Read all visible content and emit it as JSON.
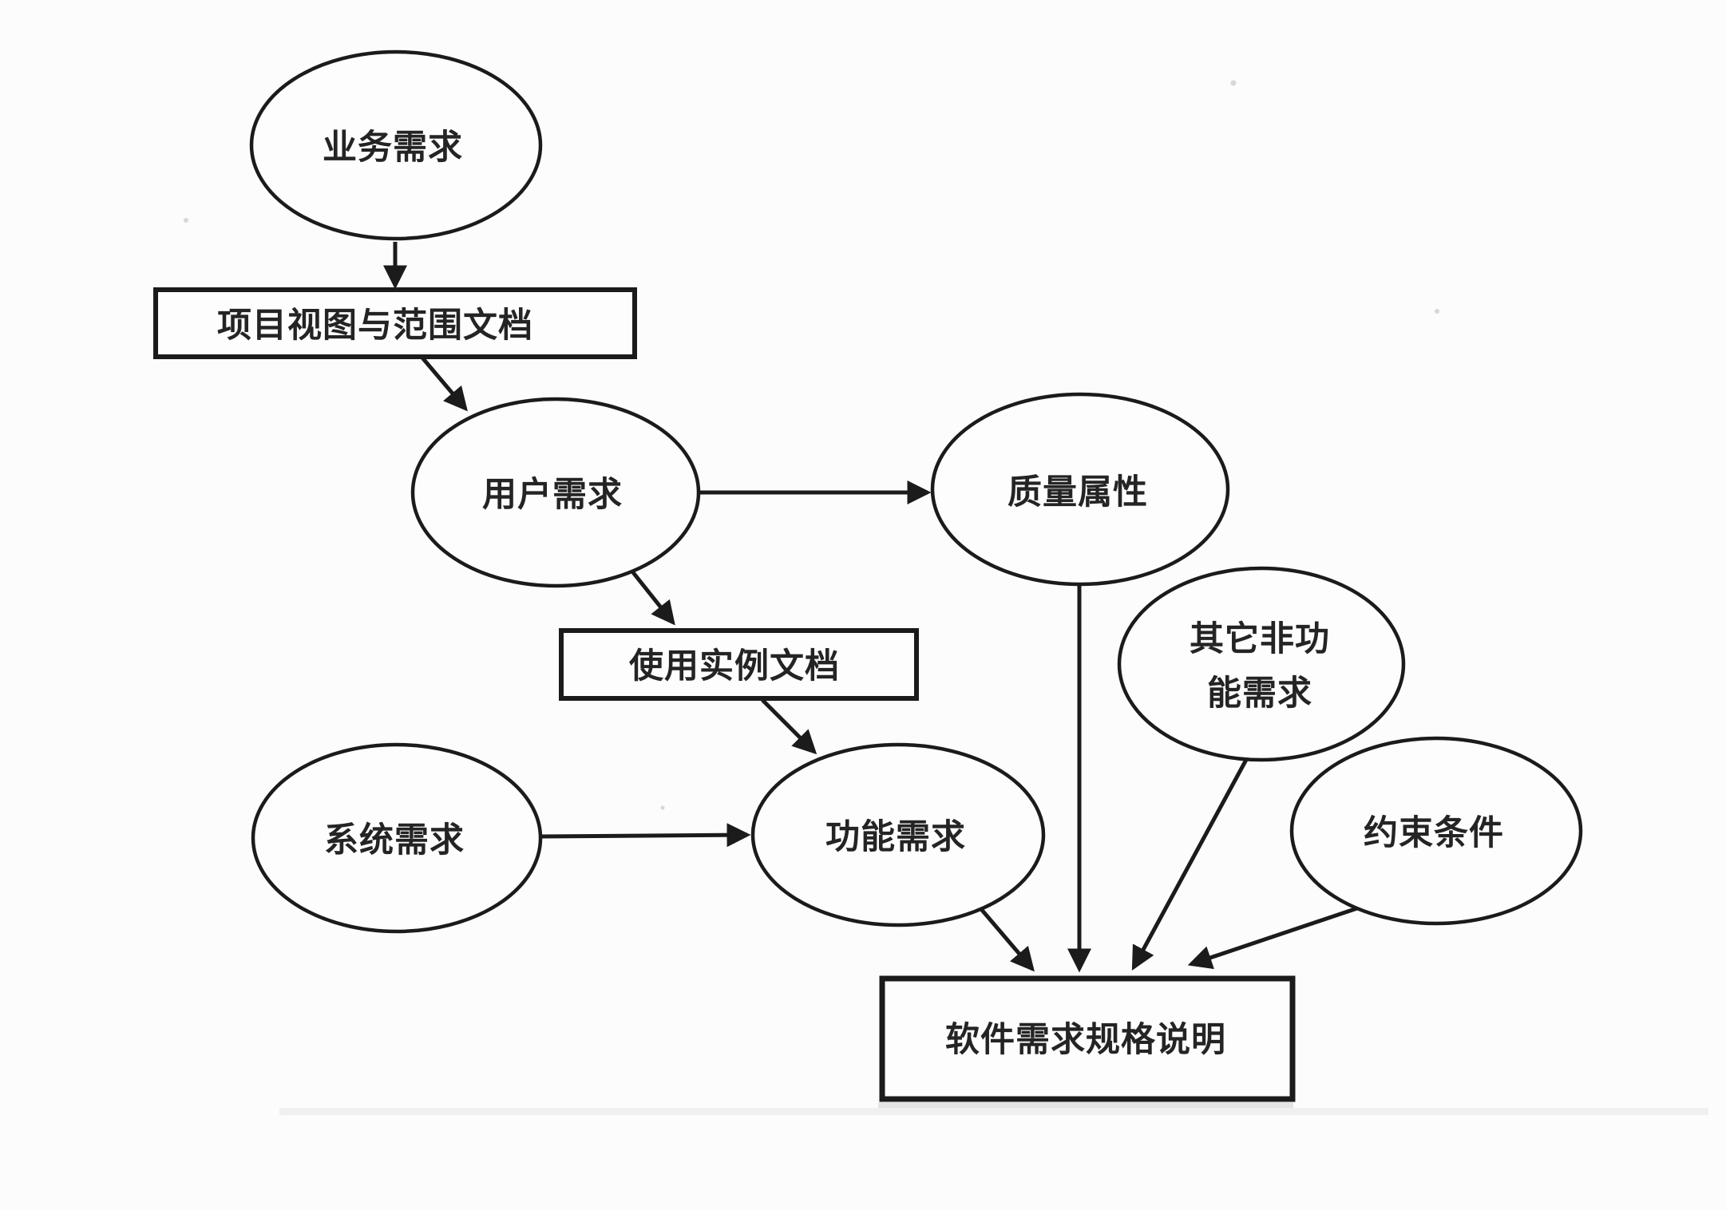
{
  "diagram": {
    "kind": "flow-diagram",
    "language": "zh-CN",
    "colors": {
      "ink": "#1b1b1b",
      "paper": "#fcfcfc",
      "text": "#242424"
    },
    "nodes": {
      "business": {
        "shape": "ellipse",
        "label": "业务需求"
      },
      "vision_scope": {
        "shape": "rect",
        "label": "项目视图与范围文档"
      },
      "user": {
        "shape": "ellipse",
        "label": "用户需求"
      },
      "quality": {
        "shape": "ellipse",
        "label": "质量属性"
      },
      "use_case": {
        "shape": "rect",
        "label": "使用实例文档"
      },
      "system": {
        "shape": "ellipse",
        "label": "系统需求"
      },
      "functional": {
        "shape": "ellipse",
        "label": "功能需求"
      },
      "other_nonfunctional": {
        "shape": "ellipse",
        "label": "其它非功能需求",
        "label_line1": "其它非功",
        "label_line2": "能需求"
      },
      "constraints": {
        "shape": "ellipse",
        "label": "约束条件"
      },
      "srs": {
        "shape": "rect",
        "label": "软件需求规格说明"
      }
    },
    "edges": [
      {
        "from": "business",
        "to": "vision_scope"
      },
      {
        "from": "vision_scope",
        "to": "user"
      },
      {
        "from": "user",
        "to": "quality"
      },
      {
        "from": "user",
        "to": "use_case"
      },
      {
        "from": "use_case",
        "to": "functional"
      },
      {
        "from": "system",
        "to": "functional"
      },
      {
        "from": "functional",
        "to": "srs"
      },
      {
        "from": "quality",
        "to": "srs"
      },
      {
        "from": "other_nonfunctional",
        "to": "srs"
      },
      {
        "from": "constraints",
        "to": "srs"
      }
    ]
  }
}
